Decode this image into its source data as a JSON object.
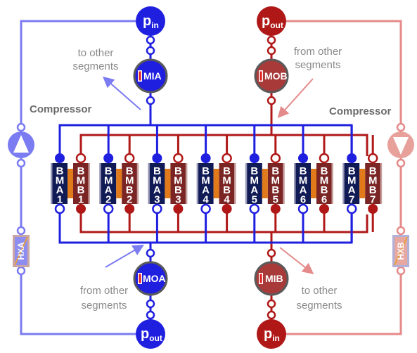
{
  "colors": {
    "blue": "#1f1fe0",
    "blue_light": "#7b7bf2",
    "red": "#b01818",
    "red_light": "#e58a8a",
    "module_blue": "#101a55",
    "module_red": "#7a2424",
    "separator": "#e07a1a"
  },
  "nodes": {
    "top_left": {
      "label": "p",
      "sub": "in"
    },
    "top_right": {
      "label": "p",
      "sub": "out"
    },
    "bottom_left": {
      "label": "p",
      "sub": "out"
    },
    "bottom_right": {
      "label": "p",
      "sub": "in"
    }
  },
  "valves": {
    "mia": "MIA",
    "mob": "MOB",
    "moa": "MOA",
    "mib": "MIB"
  },
  "labels": {
    "to_other_top": [
      "to other",
      "segments"
    ],
    "from_other_top": [
      "from other",
      "segments"
    ],
    "from_other_bottom": [
      "from other",
      "segments"
    ],
    "to_other_bottom": [
      "to other",
      "segments"
    ],
    "compressor_left": "Compressor",
    "compressor_right": "Compressor",
    "hxa": "HXA",
    "hxb": "HXB"
  },
  "beds": [
    {
      "a": [
        "B",
        "M",
        "A",
        "1"
      ],
      "b": [
        "B",
        "M",
        "B",
        "1"
      ]
    },
    {
      "a": [
        "B",
        "M",
        "A",
        "2"
      ],
      "b": [
        "B",
        "M",
        "B",
        "2"
      ]
    },
    {
      "a": [
        "B",
        "M",
        "A",
        "3"
      ],
      "b": [
        "B",
        "M",
        "B",
        "3"
      ]
    },
    {
      "a": [
        "B",
        "M",
        "A",
        "4"
      ],
      "b": [
        "B",
        "M",
        "B",
        "4"
      ]
    },
    {
      "a": [
        "B",
        "M",
        "A",
        "5"
      ],
      "b": [
        "B",
        "M",
        "B",
        "5"
      ]
    },
    {
      "a": [
        "B",
        "M",
        "A",
        "6"
      ],
      "b": [
        "B",
        "M",
        "B",
        "6"
      ]
    },
    {
      "a": [
        "B",
        "M",
        "A",
        "7"
      ],
      "b": [
        "B",
        "M",
        "B",
        "7"
      ]
    }
  ]
}
